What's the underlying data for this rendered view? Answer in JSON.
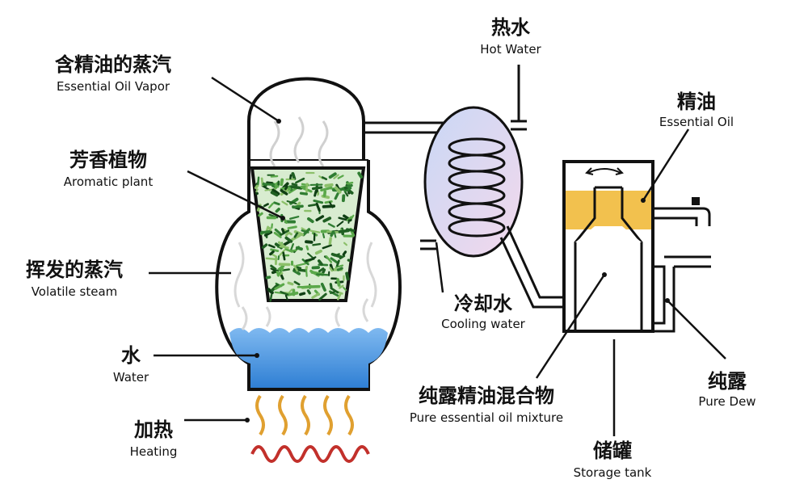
{
  "labels": {
    "vapor": {
      "zh": "含精油的蒸汽",
      "en": "Essential Oil Vapor"
    },
    "plant": {
      "zh": "芳香植物",
      "en": "Aromatic plant"
    },
    "steam": {
      "zh": "挥发的蒸汽",
      "en": "Volatile steam"
    },
    "water": {
      "zh": "水",
      "en": "Water"
    },
    "heating": {
      "zh": "加热",
      "en": "Heating"
    },
    "hotwater": {
      "zh": "热水",
      "en": "Hot Water"
    },
    "cooling": {
      "zh": "冷却水",
      "en": "Cooling water"
    },
    "oil": {
      "zh": "精油",
      "en": "Essential Oil"
    },
    "mixture": {
      "zh": "纯露精油混合物",
      "en": "Pure essential oil mixture"
    },
    "dew": {
      "zh": "纯露",
      "en": "Pure Dew"
    },
    "tank": {
      "zh": "储罐",
      "en": "Storage tank"
    }
  },
  "colors": {
    "water": "#3d8fe0",
    "oil": "#f2c14e",
    "plant_green": "#2f7d32",
    "condenser": "#d7d9f3",
    "heat_orange": "#e0a030",
    "heat_red": "#c2302b"
  }
}
